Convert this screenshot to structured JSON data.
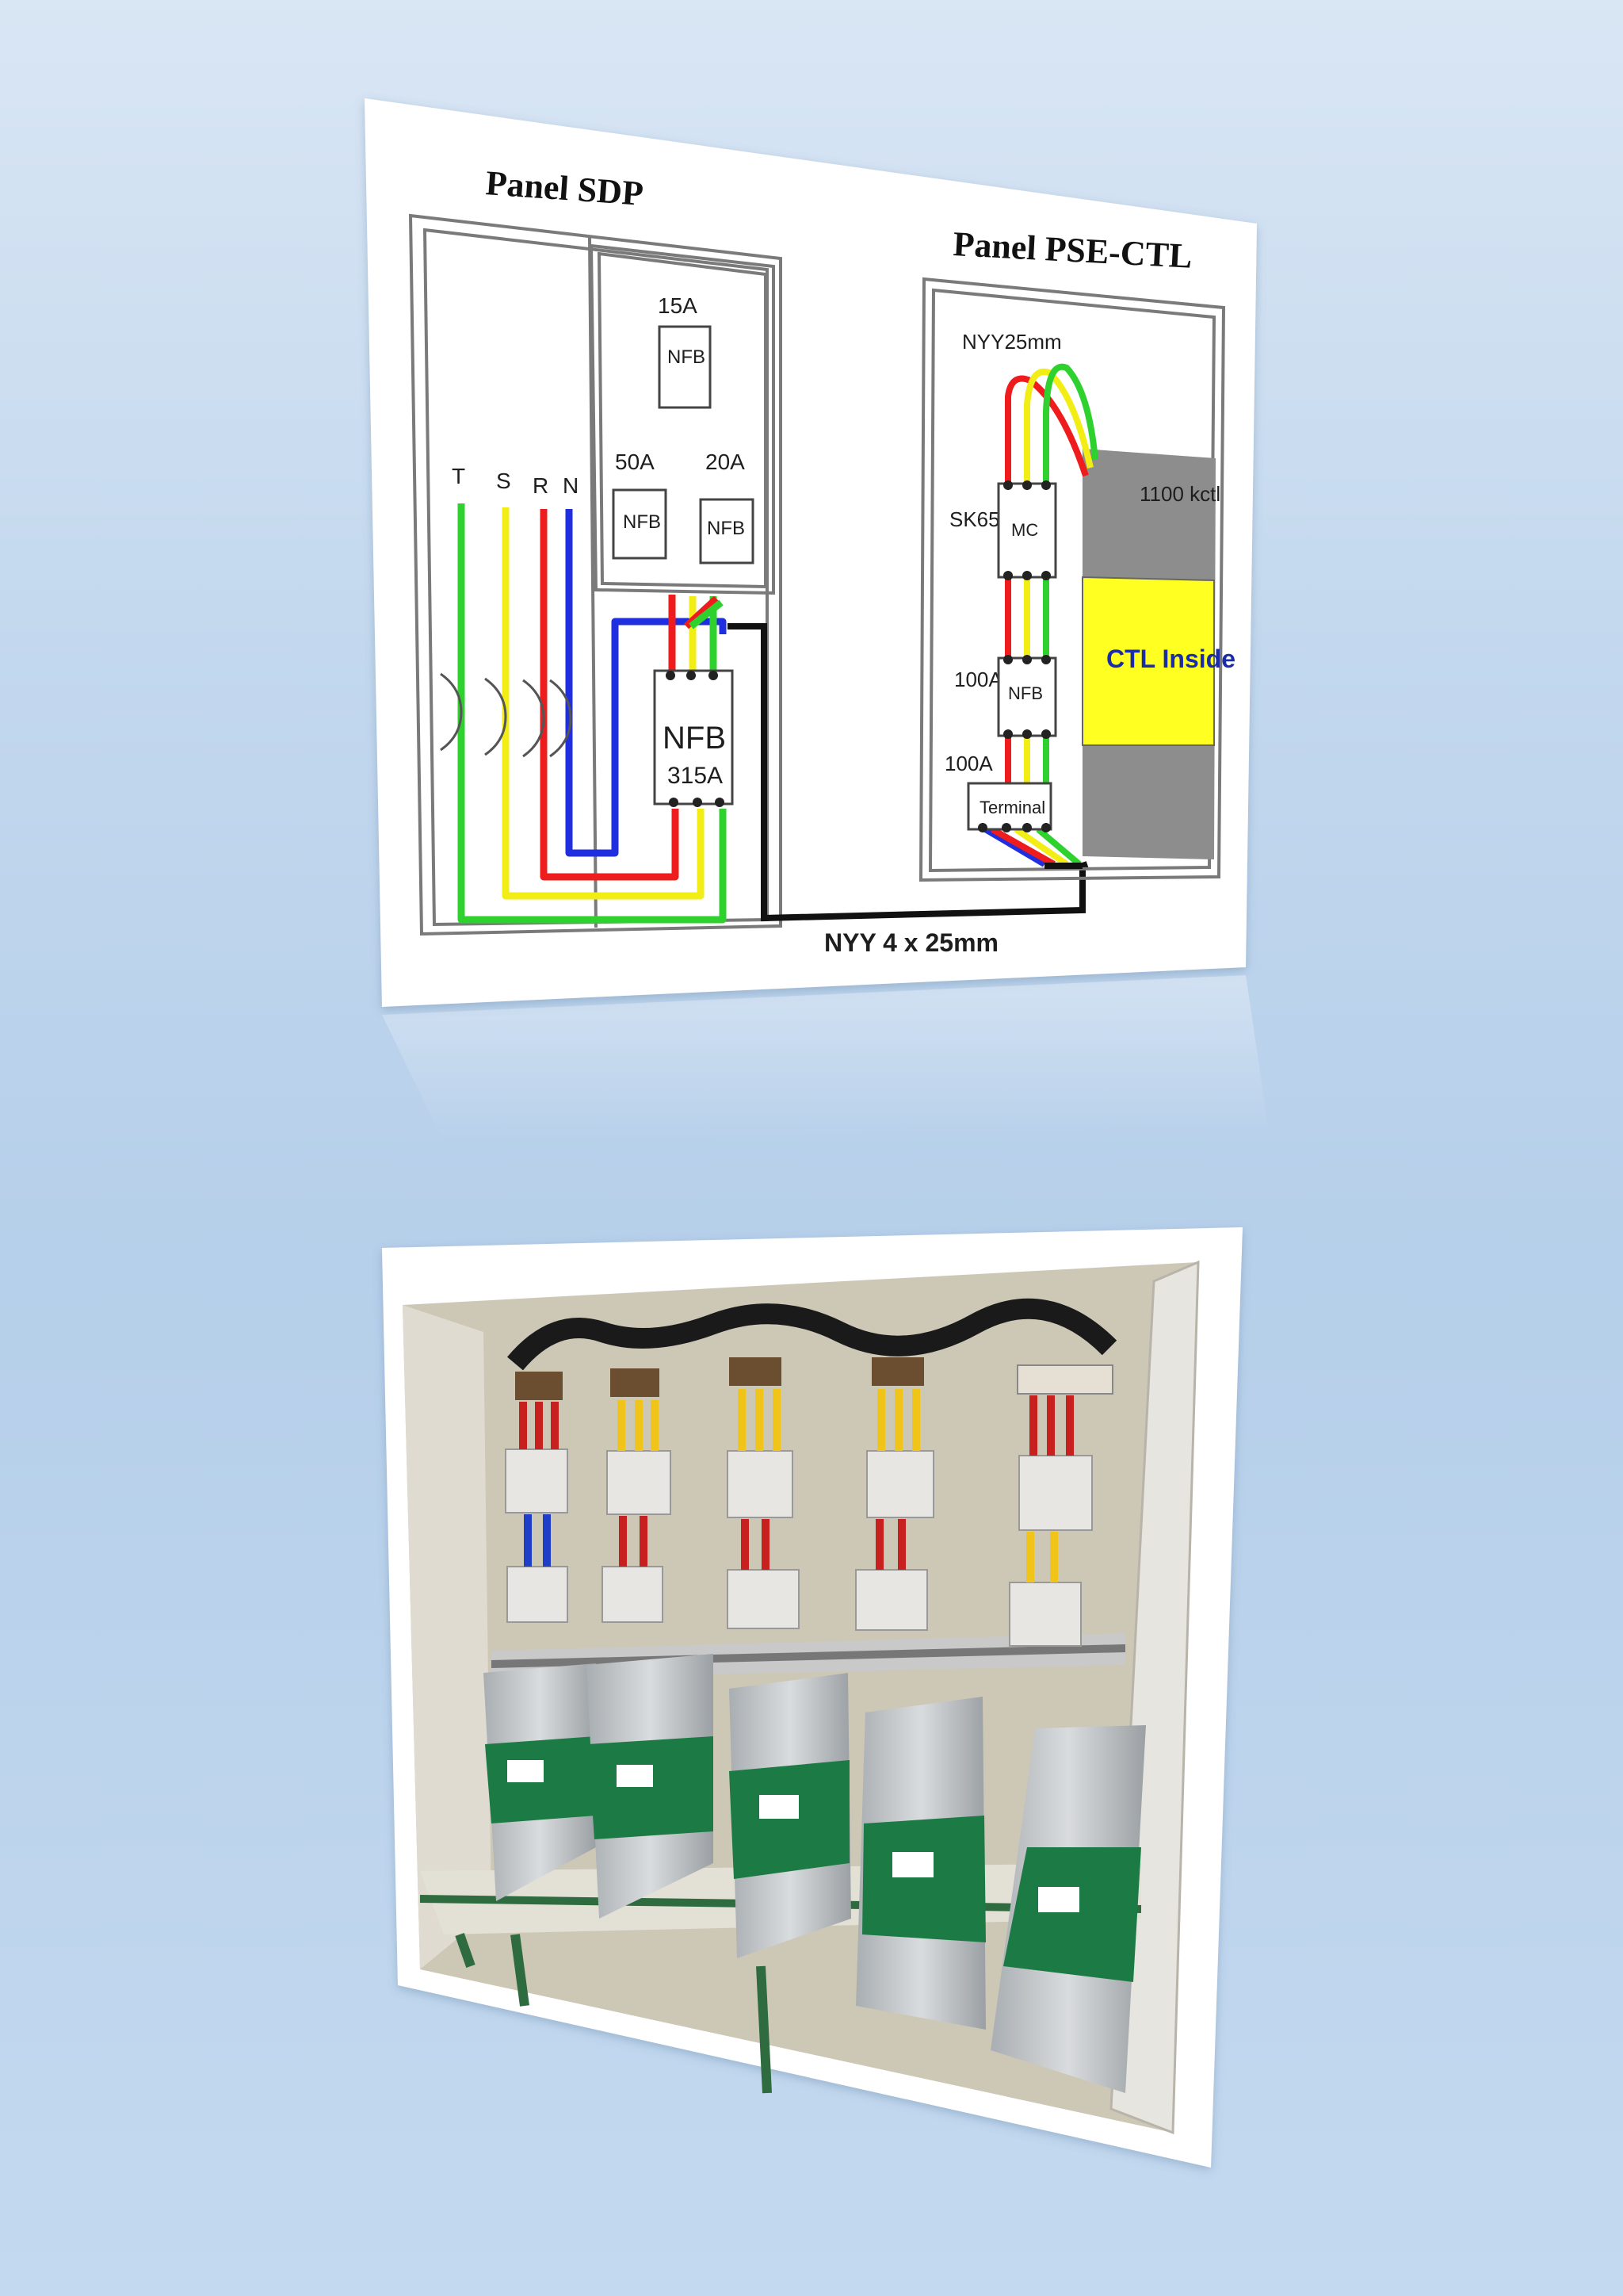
{
  "diagram": {
    "panel_sdp_title": "Panel SDP",
    "panel_pse_title": "Panel PSE-CTL",
    "phases": [
      "T",
      "S",
      "R",
      "N"
    ],
    "breaker_15a_rating": "15A",
    "breaker_50a_rating": "50A",
    "breaker_20a_rating": "20A",
    "nfb_label": "NFB",
    "main_breaker_label": "NFB",
    "main_breaker_rating": "315A",
    "cable_in_label": "NYY25mm",
    "mc_model": "SK65",
    "mc_label": "MC",
    "nfb_100a_rating": "100A",
    "terminal_rating": "100A",
    "terminal_label": "Terminal",
    "capacitor_bank_label": "1100 kctl",
    "ctl_inside_label": "CTL Inside",
    "feeder_cable_label": "NYY 4 x 25mm"
  },
  "photo": {
    "capacitor_units": 5
  },
  "colors": {
    "phase_t": "#2fd12f",
    "phase_s": "#f2ee15",
    "phase_r": "#ee1c1c",
    "phase_n": "#1f2fe0",
    "ctl_yellow": "#ffff22",
    "capacitor_green": "#1c7a45",
    "background": "#c3d8ee"
  }
}
